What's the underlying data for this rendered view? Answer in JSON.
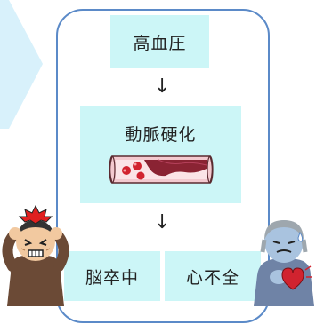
{
  "flow": {
    "top_label": "高血圧",
    "mid_label": "動脈硬化",
    "bottom_left_label": "脳卒中",
    "bottom_right_label": "心不全",
    "arrow_glyph": "↓"
  },
  "colors": {
    "box_fill": "#ccf6f7",
    "frame_border": "#5b8ac8",
    "bg_arrow": "#d8f1fb",
    "vessel_wall": "#f3c9cf",
    "plaque": "#8a2333",
    "blood_cell": "#d1232f"
  },
  "icons": {
    "background": "chevron-right-arrow",
    "vessel": "blood-vessel-icon",
    "left_person": "headache-man-icon",
    "right_person": "chest-pain-elder-icon"
  }
}
